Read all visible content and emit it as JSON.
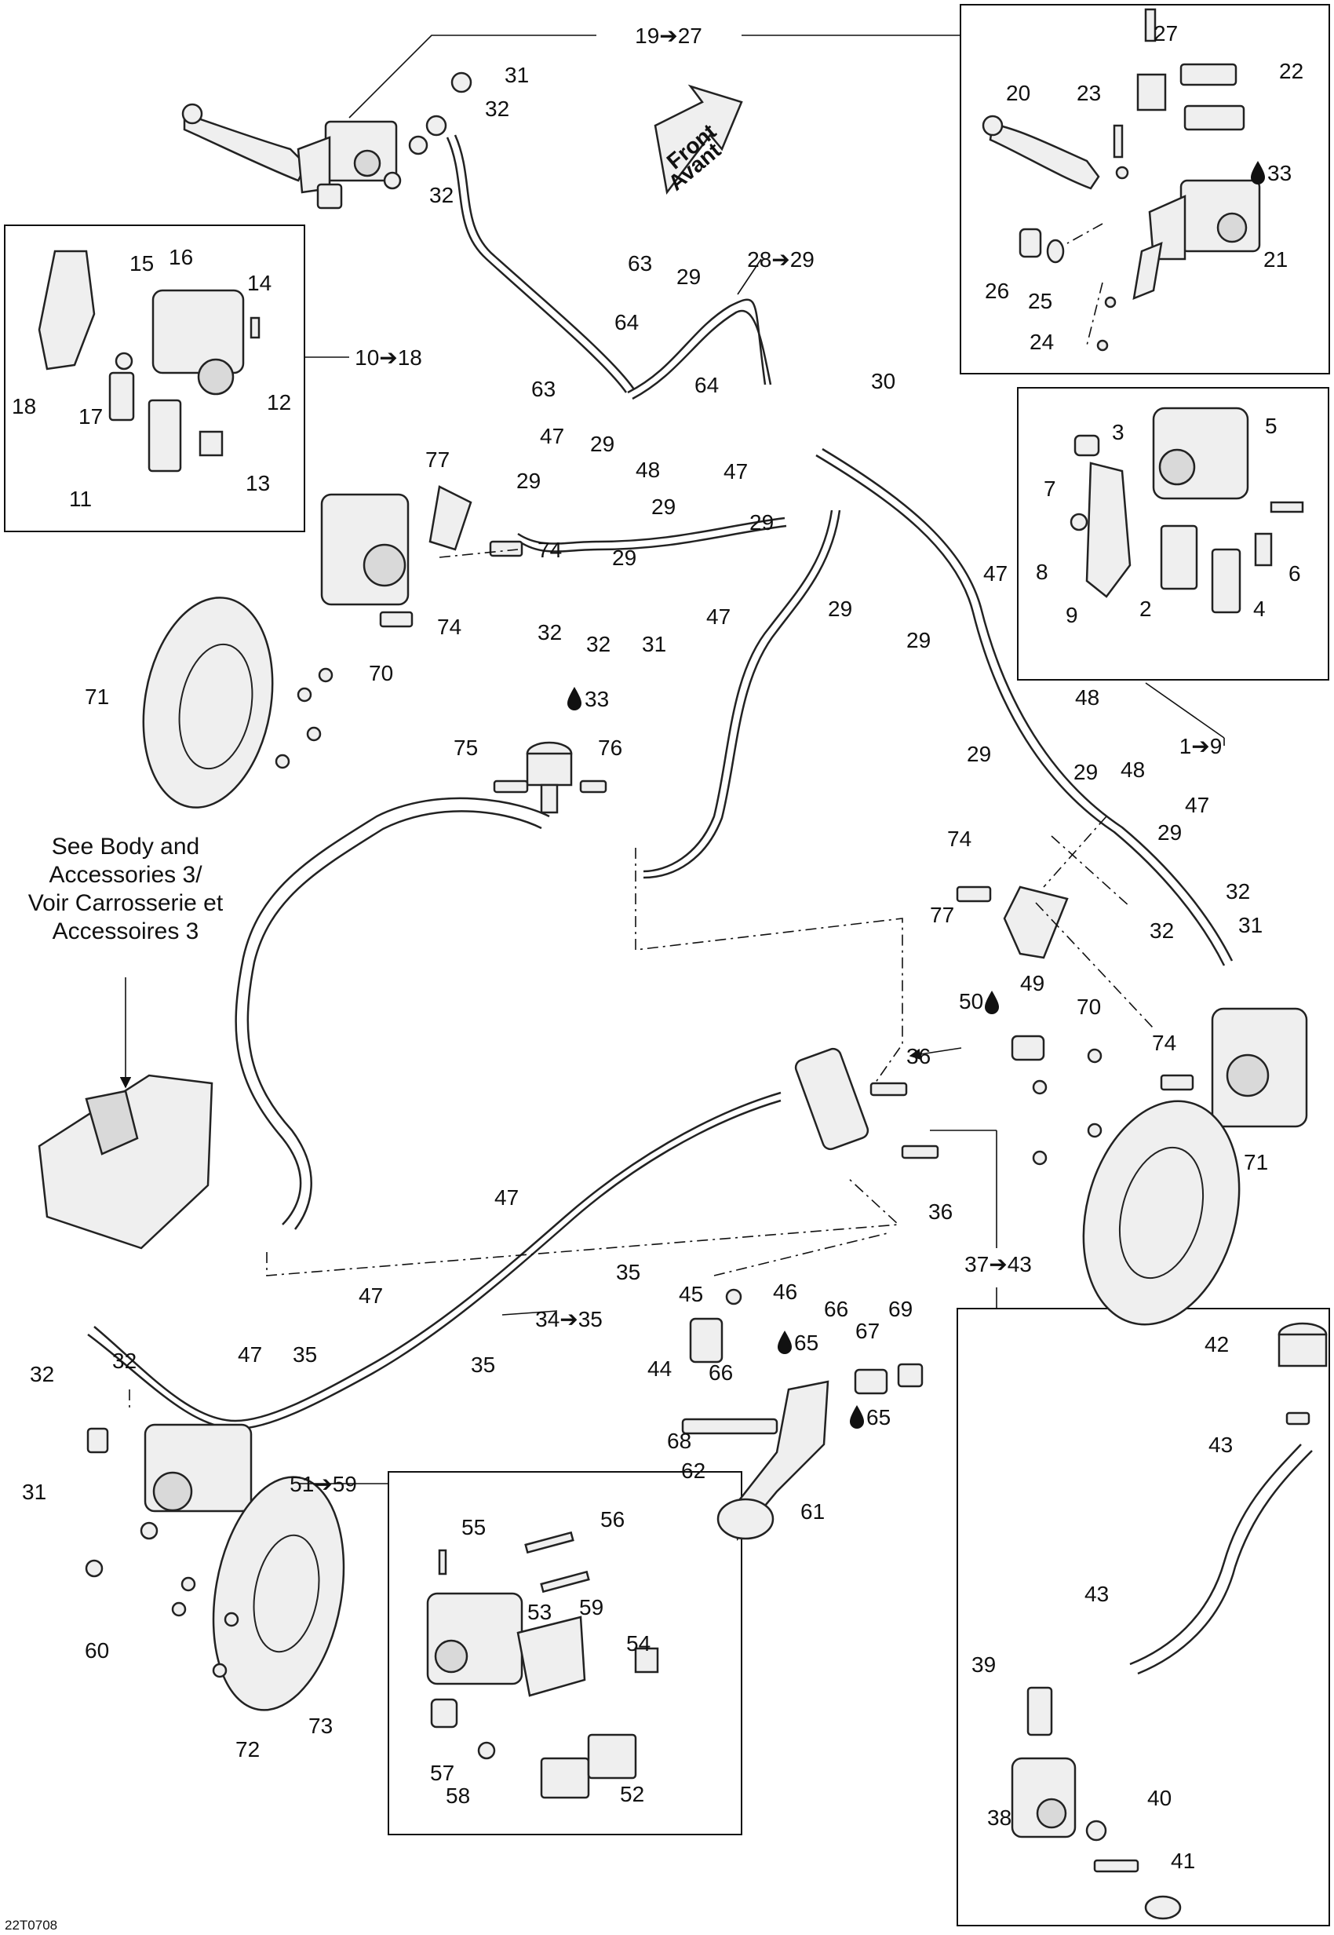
{
  "diagram_code": "22T0708",
  "front_arrow": {
    "line1": "Front",
    "line2": "Avant"
  },
  "see_note": {
    "line1": "See Body and",
    "line2": "Accessories 3/",
    "line3": "Voir Carrosserie et",
    "line4": "Accessoires 3"
  },
  "group_labels": {
    "g19_27": "19➔27",
    "g10_18": "10➔18",
    "g28_29": "28➔29",
    "g1_9": "1➔9",
    "g37_43": "37➔43",
    "g34_35": "34➔35",
    "g51_59": "51➔59"
  },
  "fluid_labels": {
    "f33a": "33",
    "f33b": "33",
    "f50": "50",
    "f65a": "65",
    "f65b": "65"
  },
  "callouts": {
    "c31a": "31",
    "c32a": "32",
    "c32b": "32",
    "c20": "20",
    "c21": "21",
    "c22": "22",
    "c23": "23",
    "c24": "24",
    "c25": "25",
    "c26": "26",
    "c27": "27",
    "c15": "15",
    "c16": "16",
    "c14": "14",
    "c12": "12",
    "c18": "18",
    "c17": "17",
    "c11": "11",
    "c13": "13",
    "c63a": "63",
    "c29a": "29",
    "c64a": "64",
    "c64b": "64",
    "c63b": "63",
    "c29b": "29",
    "c30": "30",
    "c3": "3",
    "c5": "5",
    "c7": "7",
    "c8": "8",
    "c9": "9",
    "c2": "2",
    "c4": "4",
    "c6": "6",
    "c77a": "77",
    "c47a": "47",
    "c48a": "48",
    "c47b": "47",
    "c29c": "29",
    "c29d": "29",
    "c29e": "29",
    "c29f": "29",
    "c74a": "74",
    "c74b": "74",
    "c32c": "32",
    "c32d": "32",
    "c31b": "31",
    "c47c": "47",
    "c29g": "29",
    "c47d": "47",
    "c29h": "29",
    "c71a": "71",
    "c70a": "70",
    "c48b": "48",
    "c29i": "29",
    "c29j": "29",
    "c48c": "48",
    "c75": "75",
    "c76": "76",
    "c74c": "74",
    "c77b": "77",
    "c47e": "47",
    "c29k": "29",
    "c32e": "32",
    "c32f": "32",
    "c31c": "31",
    "c49": "49",
    "c70b": "70",
    "c74d": "74",
    "c36a": "36",
    "c36b": "36",
    "c71b": "71",
    "c47f": "47",
    "c35a": "35",
    "c47g": "47",
    "c35b": "35",
    "c45": "45",
    "c46": "46",
    "c44": "44",
    "c66a": "66",
    "c66b": "66",
    "c67": "67",
    "c69": "69",
    "c68": "68",
    "c62": "62",
    "c61": "61",
    "c32g": "32",
    "c32h": "32",
    "c31d": "31",
    "c47h": "47",
    "c35c": "35",
    "c60": "60",
    "c73": "73",
    "c72": "72",
    "c55": "55",
    "c56": "56",
    "c53": "53",
    "c59": "59",
    "c54": "54",
    "c57": "57",
    "c58": "58",
    "c52": "52",
    "c42": "42",
    "c43a": "43",
    "c43b": "43",
    "c39": "39",
    "c38": "38",
    "c40": "40",
    "c41": "41"
  }
}
